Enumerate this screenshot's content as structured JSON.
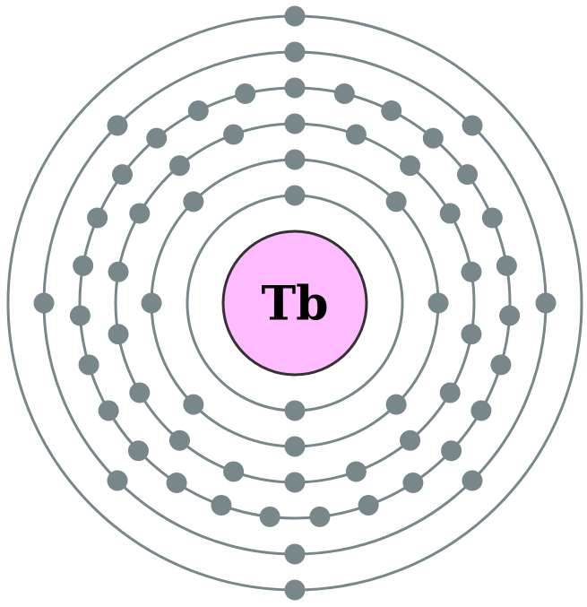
{
  "element": {
    "symbol": "Tb"
  },
  "shells": [
    {
      "electrons": 2
    },
    {
      "electrons": 8
    },
    {
      "electrons": 18
    },
    {
      "electrons": 27
    },
    {
      "electrons": 8
    },
    {
      "electrons": 2
    }
  ],
  "colors": {
    "background": "#ffffff",
    "shell_ring": "#77878a",
    "electron": "#77878a",
    "nucleus_fill": "#ffbbff",
    "nucleus_stroke": "#333333",
    "symbol": "#000000"
  }
}
